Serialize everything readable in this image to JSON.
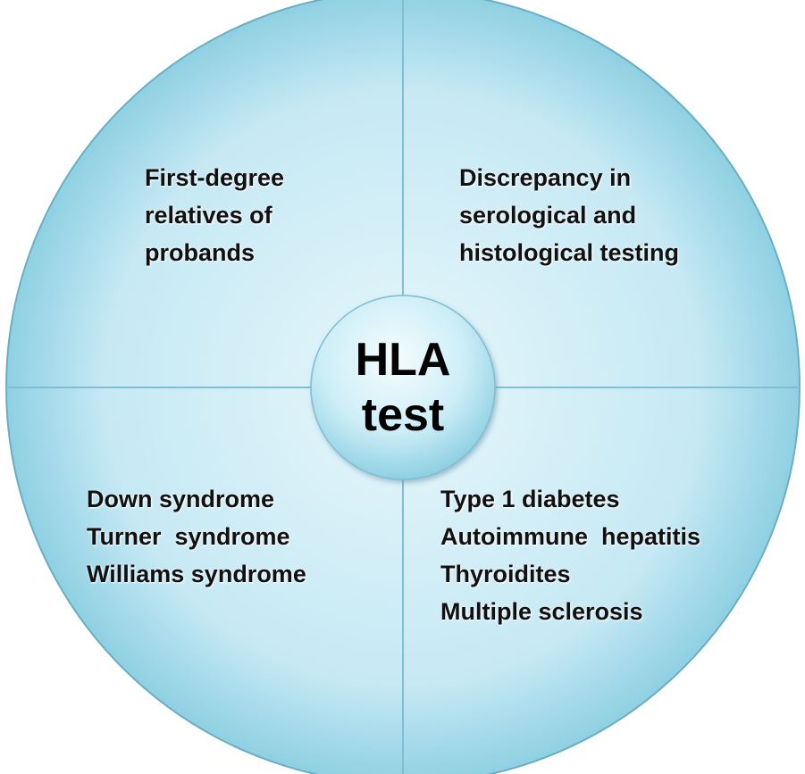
{
  "center": {
    "line1": "HLA",
    "line2": "test"
  },
  "quadrants": {
    "top_left": [
      "First-degree",
      "relatives of",
      "probands"
    ],
    "top_right": [
      "Discrepancy in",
      "serological and",
      "histological testing"
    ],
    "bottom_left": [
      "Down syndrome",
      "Turner  syndrome",
      "Williams syndrome"
    ],
    "bottom_right": [
      "Type 1 diabetes",
      "Autoimmune  hepatitis",
      "Thyroidites",
      "Multiple sclerosis"
    ]
  },
  "colors": {
    "circle_fill_light": "#e6f6fb",
    "circle_fill_mid": "#bfe6f2",
    "circle_fill_edge": "#8fd0e3",
    "circle_stroke": "#6aaec4",
    "divider": "#7fbfd3"
  }
}
